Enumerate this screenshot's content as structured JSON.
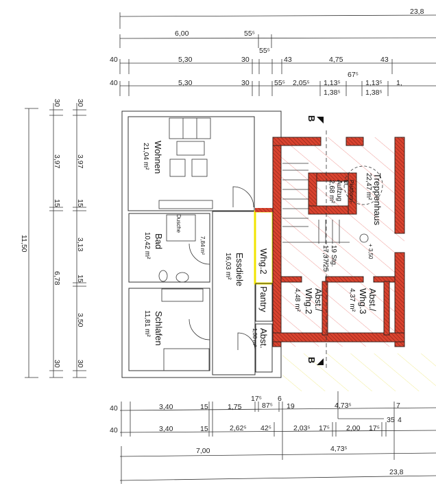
{
  "plan": {
    "colors": {
      "wall_red": "#d9432f",
      "wall_dark": "#3a2420",
      "highlight": "#f2e400",
      "hatch": "#666666",
      "hatch_red": "#e8706a"
    },
    "top_dims": {
      "row1": [
        "23,8"
      ],
      "row2": [
        "6,00",
        "55⁵"
      ],
      "row3": [
        "40",
        "5,30",
        "30",
        "55⁵",
        "43",
        "4,75",
        "43"
      ],
      "row4": [
        "40",
        "5,30",
        "30",
        "55⁵",
        "2,05⁵",
        "1,13⁵",
        "67⁵",
        "1,13⁵",
        "1,",
        "1,38⁵",
        "1,38⁵"
      ]
    },
    "left_dims": {
      "col1": [
        "11,50"
      ],
      "col2": [
        "30",
        "3,97",
        "15",
        "6,78",
        "30"
      ],
      "col3": [
        "30",
        "3,97",
        "15",
        "3,13",
        "15",
        "3,50",
        "30"
      ]
    },
    "bottom_dims": {
      "row1": [
        "40",
        "3,40",
        "15",
        "1,75",
        "17⁵",
        "87⁵",
        "6",
        "19",
        "4,73⁵",
        "7"
      ],
      "row2": [
        "40",
        "3,40",
        "15",
        "2,62⁵",
        "42⁵",
        "2,03⁵",
        "17⁵",
        "2,00",
        "17⁵",
        "35",
        "4"
      ],
      "row3": [
        "7,00",
        "4,73⁵"
      ],
      "row4": [
        "23,8"
      ]
    },
    "rooms": {
      "wohnen": {
        "name": "Wohnen",
        "area": "21,04 m²"
      },
      "bad": {
        "name": "Bad",
        "area": "10,42 m²",
        "shower": "Dusche",
        "sub_area": "7,84 m²"
      },
      "schlafen": {
        "name": "Schlafen",
        "area": "11,81 m²"
      },
      "essdiele": {
        "name": "Essdiele",
        "area": "16,03 m²"
      },
      "whg2": {
        "name": "Whg.2"
      },
      "pantry": {
        "name": "Pantry"
      },
      "abst": {
        "name": "Abst.",
        "area": "1,30 m²"
      },
      "treppenhaus": {
        "name": "Treppenhaus",
        "area": "22,47 m²",
        "level": "+ 3,50"
      },
      "aufzug": {
        "line1": "Plattform-",
        "line2": "lift",
        "line3": "Aufzug",
        "area": "2,68 m²"
      },
      "stairs": {
        "line1": "19 Stg.",
        "line2": "17,37/25"
      },
      "abst_whg2": {
        "line1": "Abst./",
        "line2": "Whg.2",
        "area": "4,48 m²"
      },
      "abst_whg3": {
        "line1": "Abst./",
        "line2": "Whg.3",
        "area": "4,37 m²"
      }
    },
    "section_marker": "B"
  }
}
